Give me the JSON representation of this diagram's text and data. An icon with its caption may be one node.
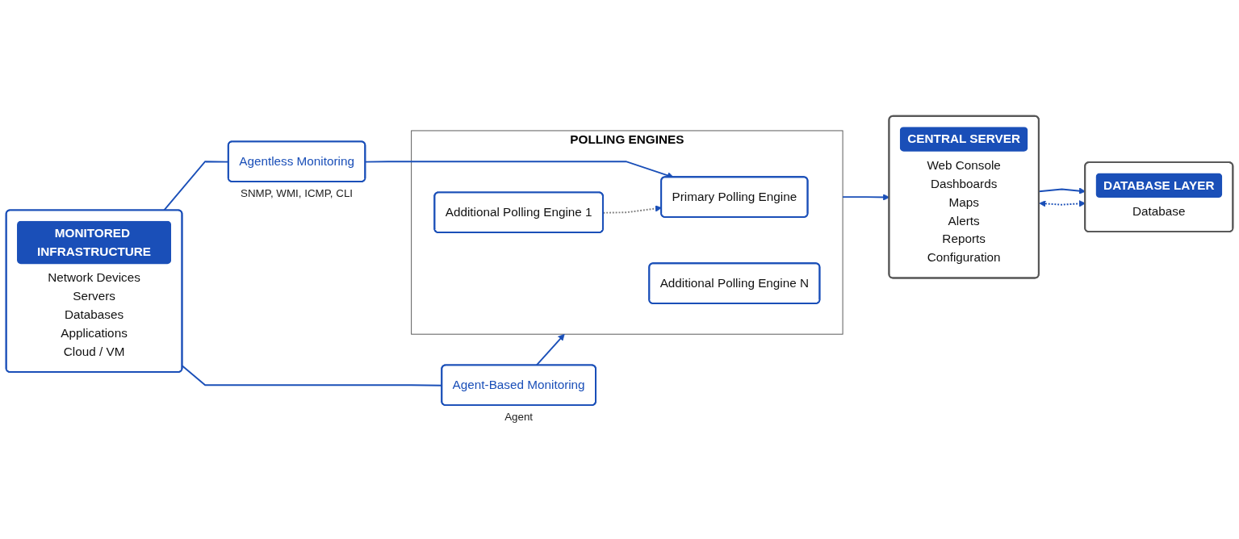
{
  "diagram": {
    "nodes": [
      {
        "text": [
          "MONITORED INFRASTRUCTURE",
          "Network Devices",
          "Servers",
          "Databases",
          "Applications",
          "Cloud / VM"
        ]
      },
      {
        "text": [
          "Agentless Monitoring"
        ],
        "beside": [
          "SNMP, WMI, ICMP, CLI"
        ]
      },
      {
        "text": [
          "Agent-Based Monitoring"
        ],
        "beside": [
          "Agent"
        ]
      },
      {
        "text": [
          "POLLING ENGINES"
        ]
      },
      {
        "text": [
          "Primary Polling Engine"
        ],
        "in": 3
      },
      {
        "text": [
          "Additional Polling Engine 1"
        ],
        "in": 3
      },
      {
        "text": [
          "Additional Polling Engine N"
        ],
        "in": 3
      },
      {
        "text": [
          "CENTRAL SERVER",
          "Web Console",
          "Dashboards",
          "Maps",
          "Alerts",
          "Reports",
          "Configuration"
        ]
      },
      {
        "text": [
          "DATABASE LAYER",
          "Database"
        ]
      }
    ],
    "edges": [
      {
        "from": 0,
        "to": 1,
        "arrow": "none"
      },
      {
        "from": 1,
        "to": 4,
        "arrow": "to"
      },
      {
        "from": 0,
        "to": 2,
        "arrow": "none"
      },
      {
        "from": 2,
        "to": 3,
        "arrow": "to"
      },
      {
        "from": 5,
        "to": 4,
        "arrow": "to",
        "style": "dashed",
        "color": "#808080"
      },
      {
        "from": 3,
        "to": 7,
        "arrow": "to"
      },
      {
        "from": 7,
        "to": 8,
        "arrow": "to"
      },
      {
        "from": 7,
        "to": 8,
        "arrow": "both",
        "style": "dashed"
      }
    ]
  }
}
